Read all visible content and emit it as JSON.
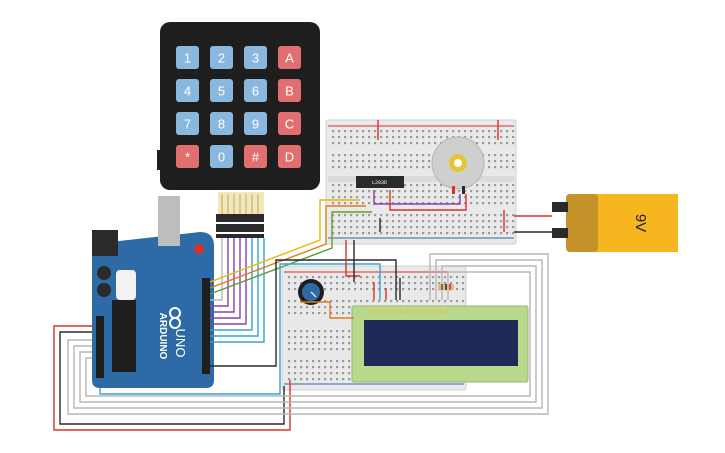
{
  "keypad": {
    "keys": [
      {
        "label": "1",
        "color": "#8ab7dd"
      },
      {
        "label": "2",
        "color": "#8ab7dd"
      },
      {
        "label": "3",
        "color": "#8ab7dd"
      },
      {
        "label": "A",
        "color": "#e26f6f"
      },
      {
        "label": "4",
        "color": "#8ab7dd"
      },
      {
        "label": "5",
        "color": "#8ab7dd"
      },
      {
        "label": "6",
        "color": "#8ab7dd"
      },
      {
        "label": "B",
        "color": "#e26f6f"
      },
      {
        "label": "7",
        "color": "#8ab7dd"
      },
      {
        "label": "8",
        "color": "#8ab7dd"
      },
      {
        "label": "9",
        "color": "#8ab7dd"
      },
      {
        "label": "C",
        "color": "#e26f6f"
      },
      {
        "label": "*",
        "color": "#e26f6f"
      },
      {
        "label": "0",
        "color": "#8ab7dd"
      },
      {
        "label": "#",
        "color": "#e26f6f"
      },
      {
        "label": "D",
        "color": "#e26f6f"
      }
    ]
  },
  "battery": {
    "label": "9V"
  },
  "arduino": {
    "brand": "ARDUINO",
    "model": "UNO"
  },
  "driver_chip": {
    "label": "L293D"
  },
  "colors": {
    "wire_red": "#d9302c",
    "wire_black": "#2a2a2a",
    "wire_purple": "#8a3fb0",
    "wire_blue": "#35a3d6",
    "wire_yellow": "#e6b800",
    "wire_orange": "#e07b1a",
    "wire_green": "#5aa02c",
    "wire_gray": "#b7b7b7",
    "arduino_blue": "#2e6aa6",
    "lcd_green": "#b9d98d",
    "lcd_screen": "#1f2b57"
  }
}
